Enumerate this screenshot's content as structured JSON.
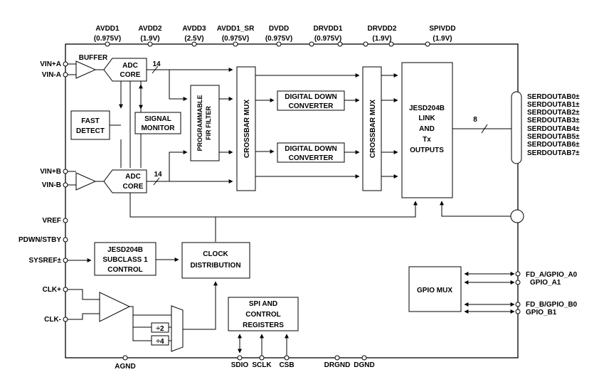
{
  "power_pins": [
    {
      "name": "AVDD1",
      "value": "(0.975V)"
    },
    {
      "name": "AVDD2",
      "value": "(1.9V)"
    },
    {
      "name": "AVDD3",
      "value": "(2.5V)"
    },
    {
      "name": "AVDD1_SR",
      "value": "(0.975V)"
    },
    {
      "name": "DVDD",
      "value": "(0.975V)"
    },
    {
      "name": "DRVDD1",
      "value": "(0.975V)"
    },
    {
      "name": "DRVDD2",
      "value": "(1.9V)"
    },
    {
      "name": "SPIVDD",
      "value": "(1.9V)"
    }
  ],
  "left_pins": [
    "VIN+A",
    "VIN-A",
    "VIN+B",
    "VIN-B",
    "VREF",
    "PDWN/STBY",
    "SYSREF±",
    "CLK+",
    "CLK-"
  ],
  "bottom_pins": [
    "AGND",
    "SDIO",
    "SCLK",
    "CSB",
    "DRGND",
    "DGND"
  ],
  "serdes_outputs": [
    "SERDOUTAB0±",
    "SERDOUTAB1±",
    "SERDOUTAB2±",
    "SERDOUTAB3±",
    "SERDOUTAB4±",
    "SERDOUTAB5±",
    "SERDOUTAB6±",
    "SERDOUTAB7±"
  ],
  "gpio_pins": [
    "FD_A/GPIO_A0",
    "GPIO_A1",
    "FD_B/GPIO_B0",
    "GPIO_B1"
  ],
  "blocks": {
    "buffer": "BUFFER",
    "adc_a": [
      "ADC",
      "CORE"
    ],
    "adc_b": [
      "ADC",
      "CORE"
    ],
    "fast_detect": [
      "FAST",
      "DETECT"
    ],
    "signal_monitor": [
      "SIGNAL",
      "MONITOR"
    ],
    "fir": [
      "PROGRAMMABLE",
      "FIR FILTER"
    ],
    "crossbar1": "CROSSBAR MUX",
    "crossbar2": "CROSSBAR MUX",
    "ddc1": [
      "DIGITAL DOWN",
      "CONVERTER"
    ],
    "ddc2": [
      "DIGITAL DOWN",
      "CONVERTER"
    ],
    "jesd": [
      "JESD204B",
      "LINK",
      "AND",
      "Tx",
      "OUTPUTS"
    ],
    "subclass": [
      "JESD204B",
      "SUBCLASS 1",
      "CONTROL"
    ],
    "clock_dist": [
      "CLOCK",
      "DISTRIBUTION"
    ],
    "spi": [
      "SPI AND",
      "CONTROL",
      "REGISTERS"
    ],
    "gpio_mux": "GPIO MUX",
    "div2": "÷2",
    "div4": "÷4"
  },
  "bus_labels": {
    "adc_a_width": "14",
    "adc_b_width": "14",
    "serdes_lanes": "8"
  }
}
